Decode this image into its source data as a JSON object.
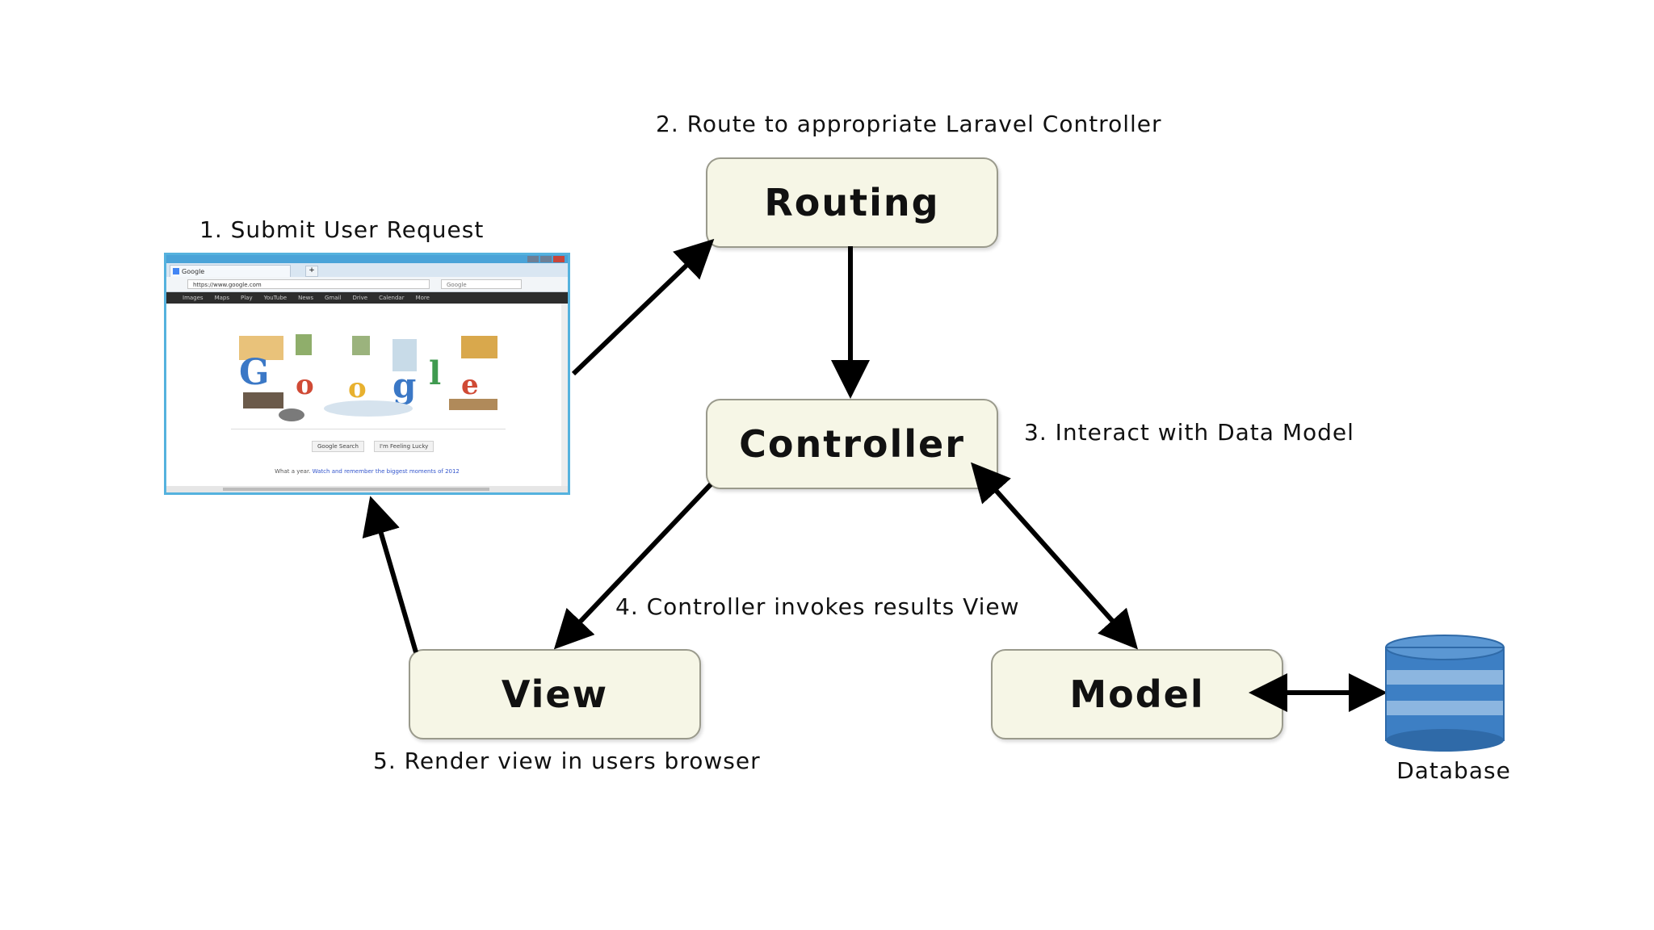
{
  "steps": {
    "submit": "1. Submit User Request",
    "route": "2. Route to appropriate Laravel Controller",
    "interact": "3. Interact with Data Model",
    "invokes": "4. Controller invokes results View",
    "render": "5. Render view in users browser"
  },
  "nodes": {
    "routing": "Routing",
    "controller": "Controller",
    "view": "View",
    "model": "Model",
    "database": "Database"
  },
  "browser": {
    "tab_title": "Google",
    "new_tab": "+",
    "url": "https://www.google.com",
    "search_placeholder": "Google",
    "nav_items": [
      "Images",
      "Maps",
      "Play",
      "YouTube",
      "News",
      "Gmail",
      "Drive",
      "Calendar",
      "More"
    ],
    "buttons": [
      "Google Search",
      "I'm Feeling Lucky"
    ],
    "footer_prefix": "What a year.",
    "footer_link": "Watch and remember the biggest moments of 2012"
  },
  "colors": {
    "box_fill": "#f6f6e6",
    "box_border": "#9a9a8c",
    "arrow": "#000000",
    "browser_frame": "#55b2de",
    "database": "#3d7fc4"
  }
}
